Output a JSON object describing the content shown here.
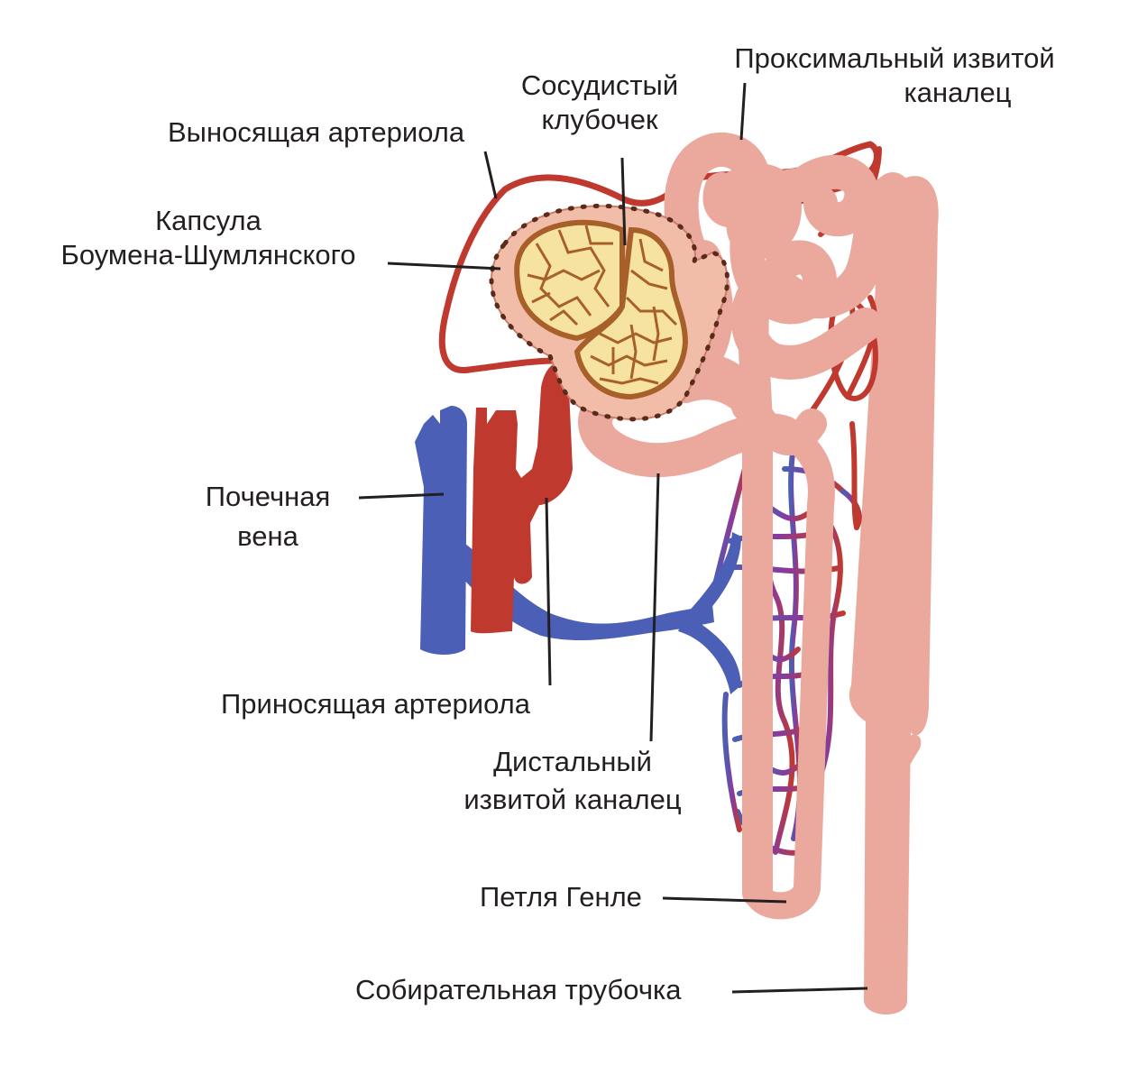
{
  "colors": {
    "background": "#ffffff",
    "tubule": "#eaa99c",
    "tubule_outline": "#c97f6f",
    "artery": "#c0392f",
    "vein": "#4a5fb5",
    "capillary_mix": "#8a3a9a",
    "glomerulus_fill": "#f6e3a2",
    "glomerulus_mesh": "#a8602a",
    "capsule": "#f2bda8",
    "leader_line": "#231f20",
    "text": "#231f20"
  },
  "labels": {
    "proximal": {
      "line1": "Проксимальный извитой",
      "line2": "каналец"
    },
    "glomerulus": {
      "line1": "Сосудистый",
      "line2": "клубочек"
    },
    "efferent": "Выносящая артериола",
    "capsule": {
      "line1": "Капсула",
      "line2": "Боумена-Шумлянского"
    },
    "renal_vein": {
      "line1": "Почечная",
      "line2": "вена"
    },
    "afferent": "Приносящая артериола",
    "distal": {
      "line1": "Дистальный",
      "line2": "извитой каналец"
    },
    "henle": "Петля Генле",
    "collecting": "Собирательная трубочка"
  }
}
